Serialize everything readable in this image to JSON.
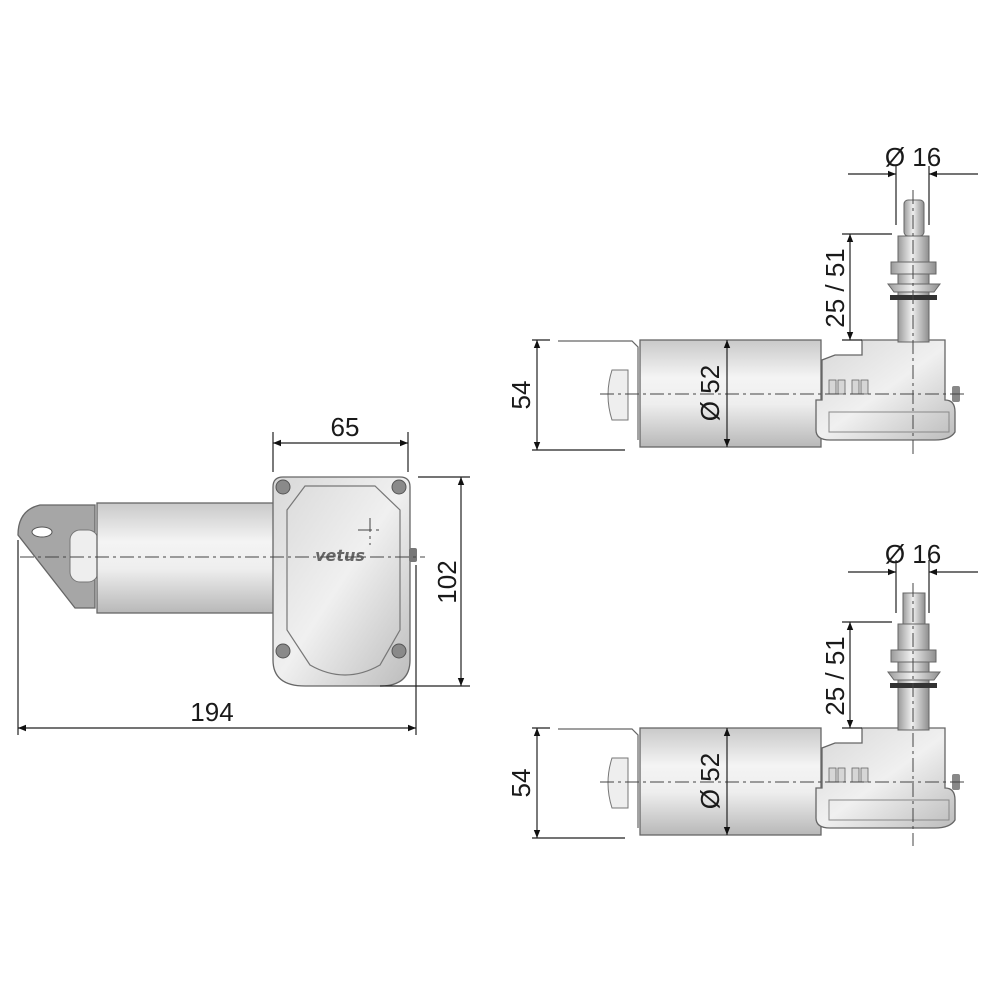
{
  "brand": "vetus",
  "top_view": {
    "width_gearbox": "65",
    "height_gearbox": "102",
    "total_length": "194"
  },
  "side_view_nut": {
    "shaft_diameter": "Ø 16",
    "shaft_length": "25 / 51",
    "motor_height": "54",
    "motor_diameter": "Ø 52"
  },
  "side_view_spline": {
    "shaft_diameter": "Ø 16",
    "shaft_length": "25 / 51",
    "motor_height": "54",
    "motor_diameter": "Ø 52"
  },
  "colors": {
    "metal_light": "#f2f2f2",
    "metal_dark": "#a9a9a9",
    "line": "#222222"
  }
}
